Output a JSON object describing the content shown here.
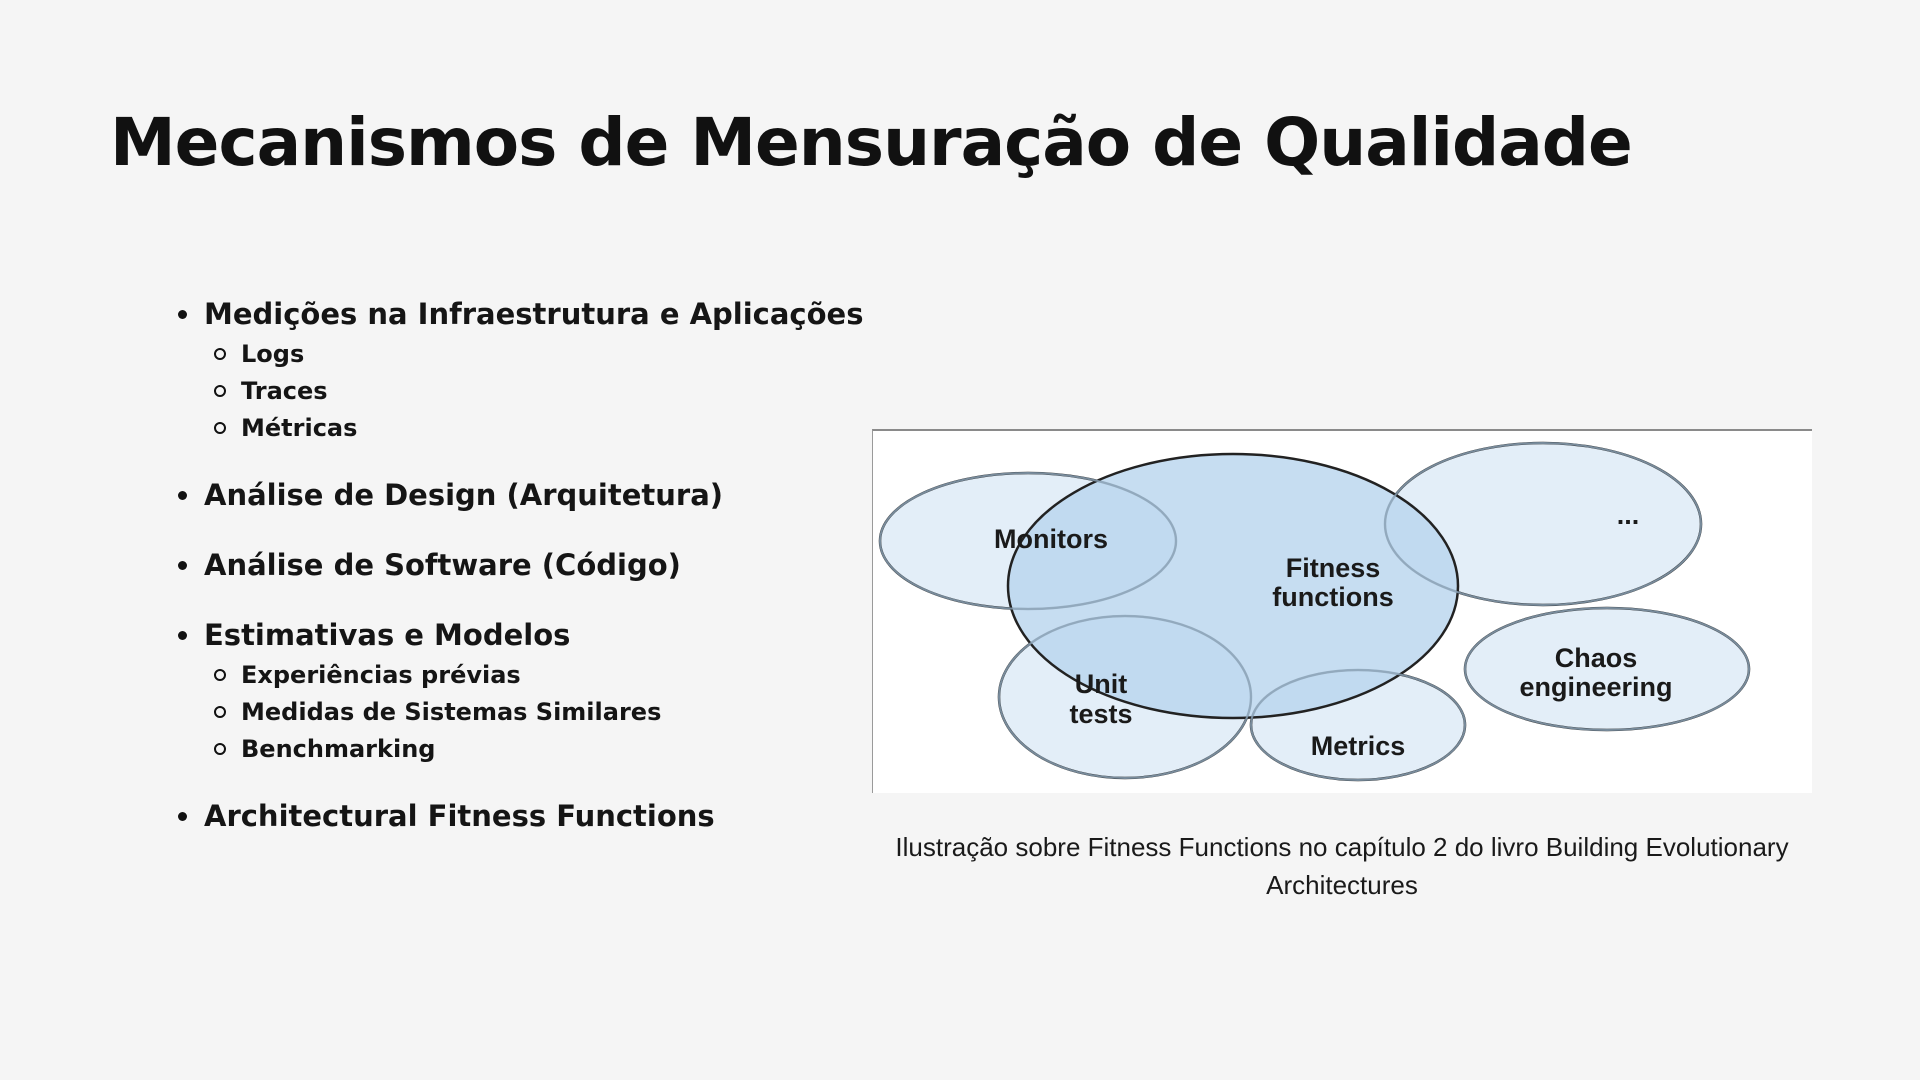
{
  "slide": {
    "title": "Mecanismos de Mensuração de Qualidade",
    "bullets": [
      {
        "label": "Medições na Infraestrutura e Aplicações",
        "sub": [
          "Logs",
          "Traces",
          "Métricas"
        ]
      },
      {
        "label": "Análise de Design (Arquitetura)"
      },
      {
        "label": "Análise de Software (Código)"
      },
      {
        "label": "Estimativas e Modelos",
        "sub": [
          "Experiências prévias",
          "Medidas de Sistemas Similares",
          "Benchmarking"
        ]
      },
      {
        "label": "Architectural Fitness Functions"
      }
    ]
  },
  "diagram": {
    "center": [
      "Fitness",
      "functions"
    ],
    "monitors": "Monitors",
    "ellipsis": "...",
    "chaos": [
      "Chaos",
      "engineering"
    ],
    "unit": [
      "Unit",
      "tests"
    ],
    "metrics": "Metrics",
    "colors": {
      "center_fill": "#b9d6ee",
      "outer_fill": "#e3eef8",
      "stroke": "#222222"
    }
  },
  "caption": {
    "line1": "Ilustração sobre Fitness Functions no capítulo 2 do livro Building Evolutionary",
    "line2": "Architectures"
  }
}
